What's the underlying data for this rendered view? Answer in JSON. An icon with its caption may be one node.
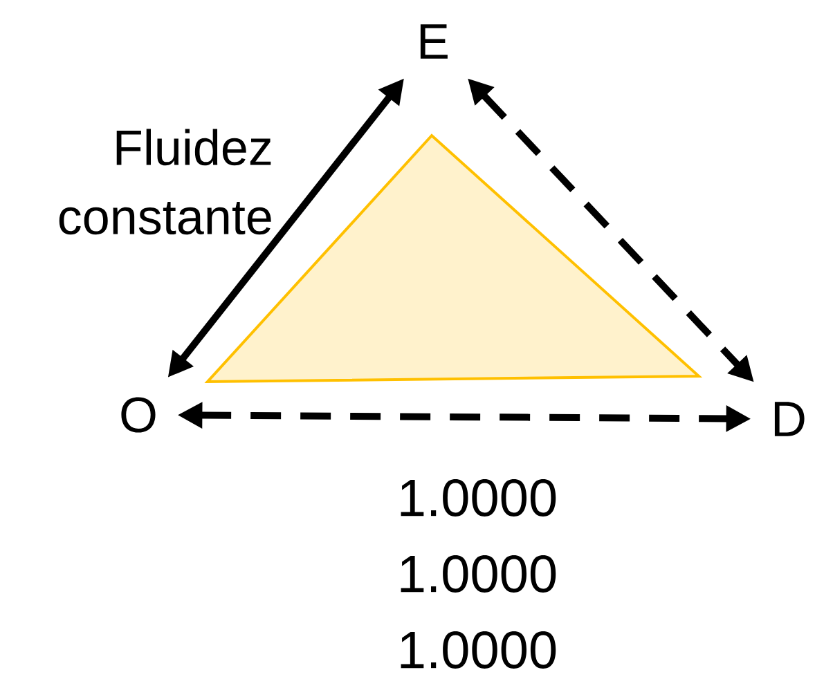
{
  "diagram": {
    "nodes": [
      {
        "text": [
          "E"
        ]
      },
      {
        "text": [
          "O"
        ]
      },
      {
        "text": [
          "D"
        ]
      }
    ],
    "edges": [
      {
        "from": 1,
        "to": 0,
        "arrow": "both",
        "label": "Fluidez constante"
      },
      {
        "from": 0,
        "to": 2,
        "arrow": "both",
        "style": "dashed"
      },
      {
        "from": 1,
        "to": 2,
        "arrow": "both",
        "style": "dashed"
      }
    ],
    "labels": [
      "1.0000",
      "1.0000",
      "1.0000"
    ]
  }
}
